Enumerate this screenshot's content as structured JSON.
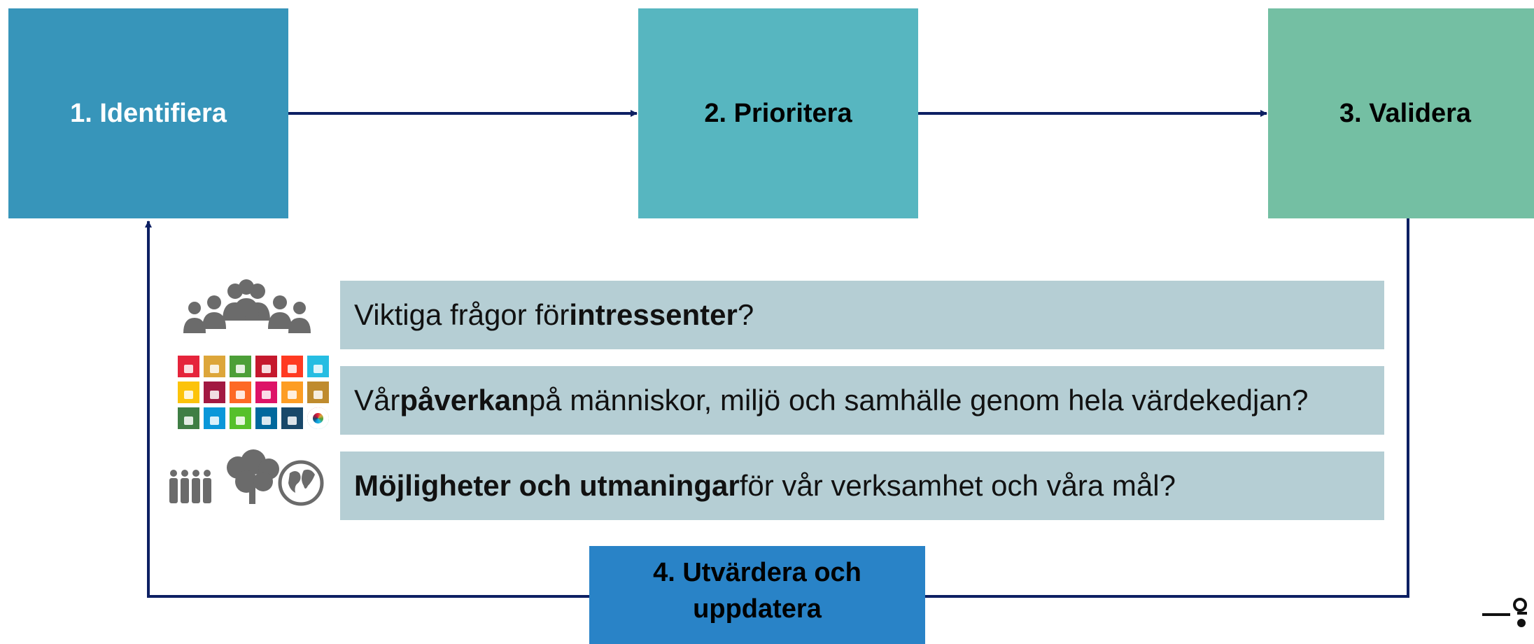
{
  "steps": {
    "step1": "1. Identifiera",
    "step2": "2. Prioritera",
    "step3": "3. Validera",
    "step4_line1": "4. Utvärdera och",
    "step4_line2": "uppdatera"
  },
  "questions": [
    {
      "before": "Viktiga frågor för ",
      "bold": "intressenter",
      "after": "?"
    },
    {
      "before": "Vår ",
      "bold": "påverkan",
      "after": " på människor, miljö och samhälle genom hela värdekedjan?"
    },
    {
      "before": "",
      "bold": "Möjligheter och utmaningar",
      "after": " för vår verksamhet och våra mål?"
    }
  ],
  "icons": {
    "row1": "people-group-icon",
    "row2": "sdg-goals-icon",
    "row3": "people-tree-globe-icon"
  },
  "colors": {
    "step1": "#3795ba",
    "step2": "#57b6c0",
    "step3": "#74bfa3",
    "step4": "#2983c7",
    "question_bar": "#b5ced4",
    "connector": "#0d2063",
    "icon_gray": "#6b6b6b"
  },
  "sdg_colors": [
    "#e5243b",
    "#dda63a",
    "#4c9f38",
    "#c5192d",
    "#ff3a21",
    "#26bde2",
    "#fcc30b",
    "#a21942",
    "#fd6925",
    "#dd1367",
    "#fd9d24",
    "#bf8b2e",
    "#3f7e44",
    "#0a97d9",
    "#56c02b",
    "#00689d",
    "#19486a",
    "#f5a623"
  ]
}
